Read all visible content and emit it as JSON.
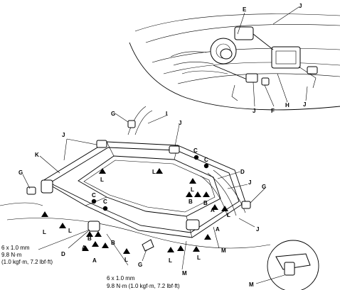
{
  "callouts": {
    "E": "E",
    "J": "J",
    "F": "F",
    "H": "H",
    "G": "G",
    "I": "I",
    "K": "K",
    "C": "C",
    "D": "D",
    "B": "B",
    "A": "A",
    "L": "L",
    "M": "M"
  },
  "torque_specs": {
    "left": {
      "size": "6 x 1.0 mm",
      "torque": "9.8 N·m",
      "alt": "(1.0 kgf·m, 7.2 lbf·ft)"
    },
    "bottom": {
      "size": "6 x 1.0 mm",
      "torque": "9.8 N·m (1.0 kgf·m, 7.2 lbf·ft)"
    }
  }
}
